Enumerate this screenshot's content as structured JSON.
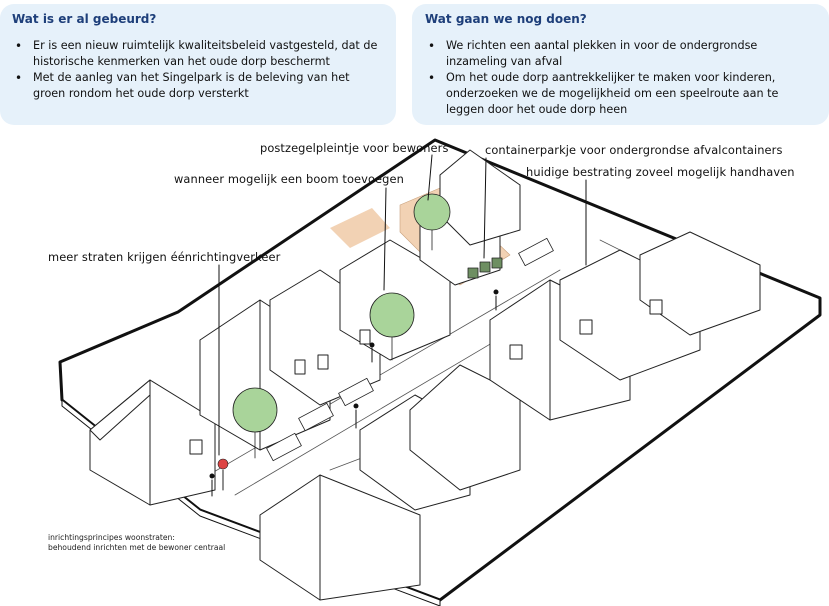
{
  "panels": {
    "left": {
      "title": "Wat is er al gebeurd?",
      "items": [
        "Er is een nieuw ruimtelijk kwaliteitsbeleid vastgesteld, dat de historische kenmerken van het oude dorp beschermt",
        "Met de aanleg van het Singelpark is de beleving van het groen rondom het oude dorp versterkt"
      ]
    },
    "right": {
      "title": "Wat gaan we nog doen?",
      "items": [
        "We richten een aantal plekken in voor de ondergrondse inzameling van afval",
        "Om het oude dorp aantrekkelijker te maken voor kinderen, onderzoeken we de mogelijkheid om een speelroute aan te leggen door het oude dorp heen"
      ]
    }
  },
  "callouts": {
    "postzegel": "postzegelpleintje voor bewoners",
    "container": "containerparkje voor ondergrondse afvalcontainers",
    "boom": "wanneer mogelijk een boom toevoegen",
    "bestrating": "huidige bestrating zoveel mogelijk handhaven",
    "eenrichting": "meer straten krijgen éénrichtingverkeer"
  },
  "footnote": {
    "line1": "inrichtingsprincipes woonstraten:",
    "line2": "behoudend inrichten met de bewoner centraal"
  },
  "colors": {
    "panel_bg": "#e6f1fa",
    "title": "#1e3f7a",
    "tree": "#a9d49a",
    "square": "#f2d2b4"
  }
}
